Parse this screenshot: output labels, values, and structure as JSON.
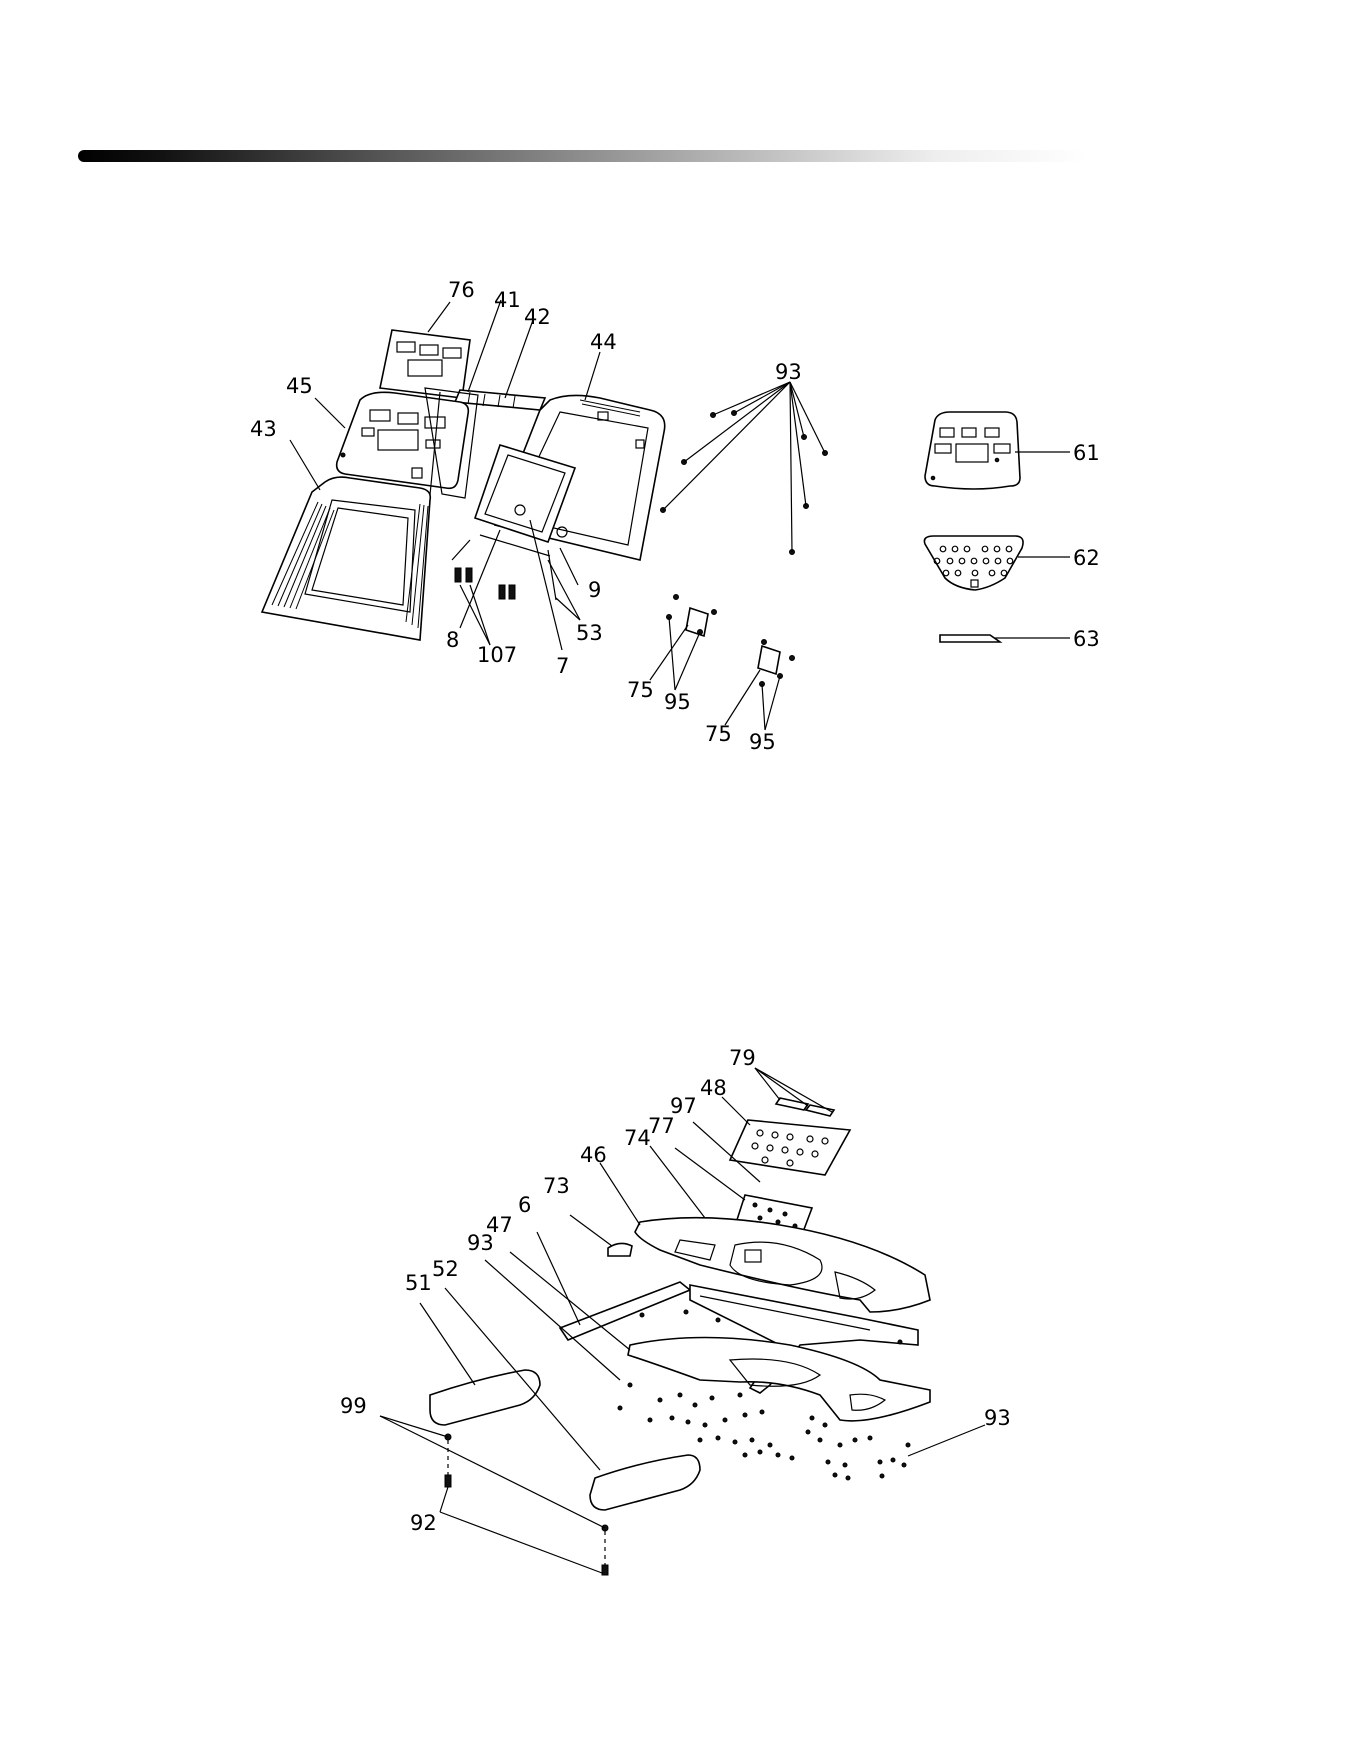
{
  "callouts": {
    "c76": "76",
    "c41": "41",
    "c42": "42",
    "c44": "44",
    "c45": "45",
    "c43": "43",
    "c93a": "93",
    "c61": "61",
    "c62": "62",
    "c63": "63",
    "c8": "8",
    "c107": "107",
    "c7": "7",
    "c53": "53",
    "c9": "9",
    "c75a": "75",
    "c95a": "95",
    "c75b": "75",
    "c95b": "95",
    "c79": "79",
    "c48": "48",
    "c97": "97",
    "c74": "74",
    "c77": "77",
    "c46": "46",
    "c73": "73",
    "c6": "6",
    "c47": "47",
    "c93b": "93",
    "c51": "51",
    "c52": "52",
    "c99": "99",
    "c92": "92",
    "c93c": "93"
  }
}
